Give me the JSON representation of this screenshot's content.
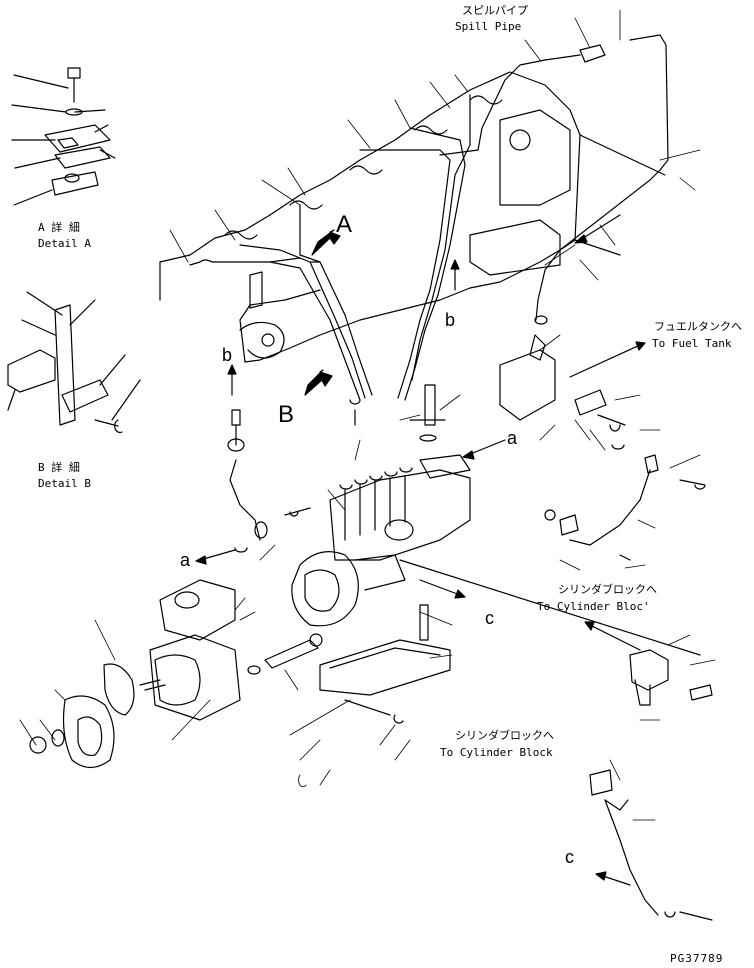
{
  "labels": {
    "spill_pipe_jp": "スピルパイプ",
    "spill_pipe_en": "Spill Pipe",
    "fuel_tank_jp": "フュエルタンクへ",
    "fuel_tank_en": "To Fuel Tank",
    "cyl_bloc_jp": "シリンダブロックへ",
    "cyl_bloc_en": "To Cylinder Bloc'",
    "cyl_block_jp": "シリンダブロックへ",
    "cyl_block_en": "To Cylinder Block",
    "detail_a_jp": "A 詳 細",
    "detail_a_en": "Detail A",
    "detail_b_jp": "B 詳 細",
    "detail_b_en": "Detail B",
    "marker_a": "A",
    "marker_b": "B",
    "ref_a": "a",
    "ref_b": "b",
    "ref_c": "c",
    "drawing_number": "PG37789"
  }
}
